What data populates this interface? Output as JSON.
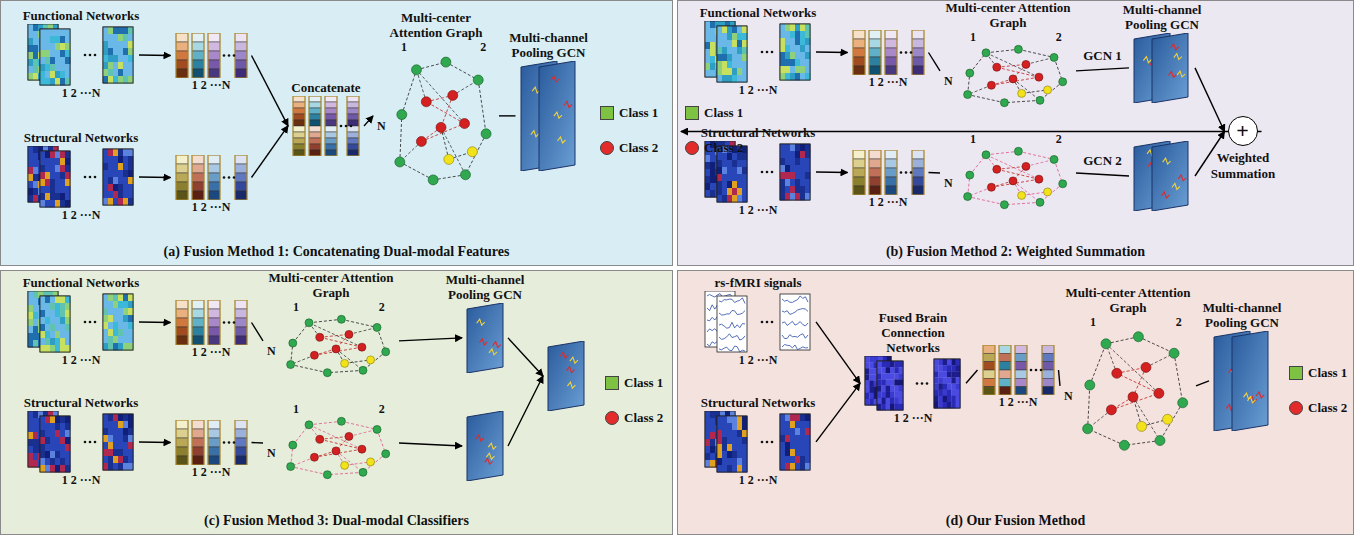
{
  "diagram": {
    "nodes": [
      {
        "text": [
          "(a) Fusion Method 1: Concatenating Dual-modal Features"
        ]
      },
      {
        "text": [
          "Functional Networks",
          "1 2 ···N"
        ],
        "in": 0
      },
      {
        "text": [
          "1 2 ···N"
        ],
        "in": 0
      },
      {
        "text": [
          "Structural Networks",
          "1 2 ···N"
        ],
        "in": 0
      },
      {
        "text": [
          "1 2 ···N"
        ],
        "in": 0
      },
      {
        "text": [
          "Concatenate"
        ],
        "in": 0
      },
      {
        "text": [
          "Multi-center Attention Graph",
          "1",
          "2",
          "N"
        ],
        "in": 0
      },
      {
        "text": [
          "Multi-channel Pooling GCN"
        ],
        "in": 0
      },
      {
        "text": [
          "(b) Fusion Method 2: Weighted Summation"
        ]
      },
      {
        "text": [
          "Functional Networks",
          "1 2 ···N"
        ],
        "in": 8
      },
      {
        "text": [
          "1 2 ···N"
        ],
        "in": 8
      },
      {
        "text": [
          "Multi-center Attention Graph",
          "1",
          "2",
          "N"
        ],
        "in": 8
      },
      {
        "text": [
          "Multi-channel Pooling GCN"
        ],
        "in": 8
      },
      {
        "text": [
          "Structural Networks",
          "1 2 ···N"
        ],
        "in": 8
      },
      {
        "text": [
          "1 2 ···N"
        ],
        "in": 8
      },
      {
        "text": [
          "1",
          "2",
          "N"
        ],
        "in": 8
      },
      {
        "text": [],
        "in": 8
      },
      {
        "text": [
          "+",
          "Weighted Summation"
        ],
        "in": 8
      },
      {
        "text": [
          "(c) Fusion Method 3: Dual-modal Classifiers"
        ]
      },
      {
        "text": [
          "Functional Networks",
          "1 2 ···N"
        ],
        "in": 18
      },
      {
        "text": [
          "1 2 ···N"
        ],
        "in": 18
      },
      {
        "text": [
          "Multi-center Attention Graph",
          "1",
          "2",
          "N"
        ],
        "in": 18
      },
      {
        "text": [
          "Multi-channel Pooling GCN"
        ],
        "in": 18
      },
      {
        "text": [
          "Structural Networks",
          "1 2 ···N"
        ],
        "in": 18
      },
      {
        "text": [
          "1 2 ···N"
        ],
        "in": 18
      },
      {
        "text": [
          "1",
          "2",
          "N"
        ],
        "in": 18
      },
      {
        "text": [],
        "in": 18
      },
      {
        "text": [],
        "in": 18
      },
      {
        "text": [
          "(d) Our Fusion Method"
        ]
      },
      {
        "text": [
          "rs-fMRI signals",
          "1 2 ···N"
        ],
        "in": 28
      },
      {
        "text": [
          "Structural Networks",
          "1 2 ···N"
        ],
        "in": 28
      },
      {
        "text": [
          "Fused Brain Connection Networks",
          "1 2 ···N"
        ],
        "in": 28
      },
      {
        "text": [
          "1 2 ···N"
        ],
        "in": 28
      },
      {
        "text": [
          "Multi-center Attention Graph",
          "1",
          "2",
          "N"
        ],
        "in": 28
      },
      {
        "text": [
          "Multi-channel Pooling GCN"
        ],
        "in": 28
      }
    ],
    "edges": [
      {
        "from": 1,
        "to": 2,
        "arrow": "to"
      },
      {
        "from": 3,
        "to": 4,
        "arrow": "to"
      },
      {
        "from": 2,
        "to": 5,
        "arrow": "to"
      },
      {
        "from": 4,
        "to": 5,
        "arrow": "to"
      },
      {
        "from": 5,
        "to": 6,
        "arrow": "to"
      },
      {
        "from": 6,
        "to": 7,
        "arrow": "none"
      },
      {
        "from": 9,
        "to": 10,
        "arrow": "to"
      },
      {
        "from": 13,
        "to": 14,
        "arrow": "to"
      },
      {
        "from": 10,
        "to": 11,
        "arrow": "none"
      },
      {
        "from": 14,
        "to": 15,
        "arrow": "none"
      },
      {
        "from": 11,
        "to": 12,
        "label": "GCN 1",
        "arrow": "none"
      },
      {
        "from": 15,
        "to": 16,
        "label": "GCN 2",
        "arrow": "none"
      },
      {
        "from": 12,
        "to": 17,
        "arrow": "to"
      },
      {
        "from": 16,
        "to": 17,
        "arrow": "to"
      },
      {
        "from": 19,
        "to": 20,
        "arrow": "to"
      },
      {
        "from": 23,
        "to": 24,
        "arrow": "to"
      },
      {
        "from": 20,
        "to": 21,
        "arrow": "none"
      },
      {
        "from": 24,
        "to": 25,
        "arrow": "none"
      },
      {
        "from": 21,
        "to": 22,
        "arrow": "to"
      },
      {
        "from": 25,
        "to": 26,
        "arrow": "to"
      },
      {
        "from": 22,
        "to": 27,
        "arrow": "to"
      },
      {
        "from": 26,
        "to": 27,
        "arrow": "to"
      },
      {
        "from": 29,
        "to": 31,
        "arrow": "to"
      },
      {
        "from": 30,
        "to": 31,
        "arrow": "to"
      },
      {
        "from": 31,
        "to": 32,
        "arrow": "none"
      },
      {
        "from": 32,
        "to": 33,
        "arrow": "none"
      },
      {
        "from": 33,
        "to": 34,
        "arrow": "none"
      }
    ],
    "legend": [
      {
        "text": "Class 1",
        "color": "#7dc242"
      },
      {
        "text": "Class 2",
        "color": "#e32b2b"
      },
      {
        "text": "Class 1",
        "color": "#7dc242"
      },
      {
        "text": "Class 2",
        "color": "#e32b2b"
      },
      {
        "text": "Class 1",
        "color": "#7dc242"
      },
      {
        "text": "Class 2",
        "color": "#e32b2b"
      },
      {
        "text": "Class 1",
        "color": "#7dc242"
      },
      {
        "text": "Class 2",
        "color": "#e32b2b"
      }
    ]
  }
}
